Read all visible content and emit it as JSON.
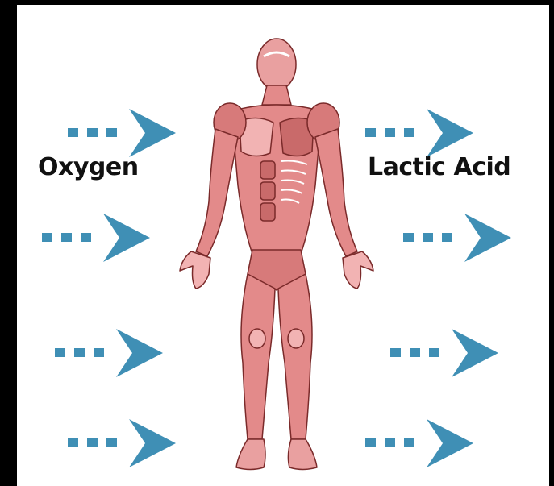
{
  "labels": {
    "input": "Oxygen",
    "output": "Lactic Acid"
  },
  "colors": {
    "arrow": "#3f8fb5",
    "muscle": "#e38a8a",
    "muscle_dark": "#b54a4a",
    "skin": "#f2b3b3",
    "frame": "#000000"
  },
  "icons": {
    "arrow": "dotted-arrow-icon",
    "figure": "human-muscle-figure"
  }
}
